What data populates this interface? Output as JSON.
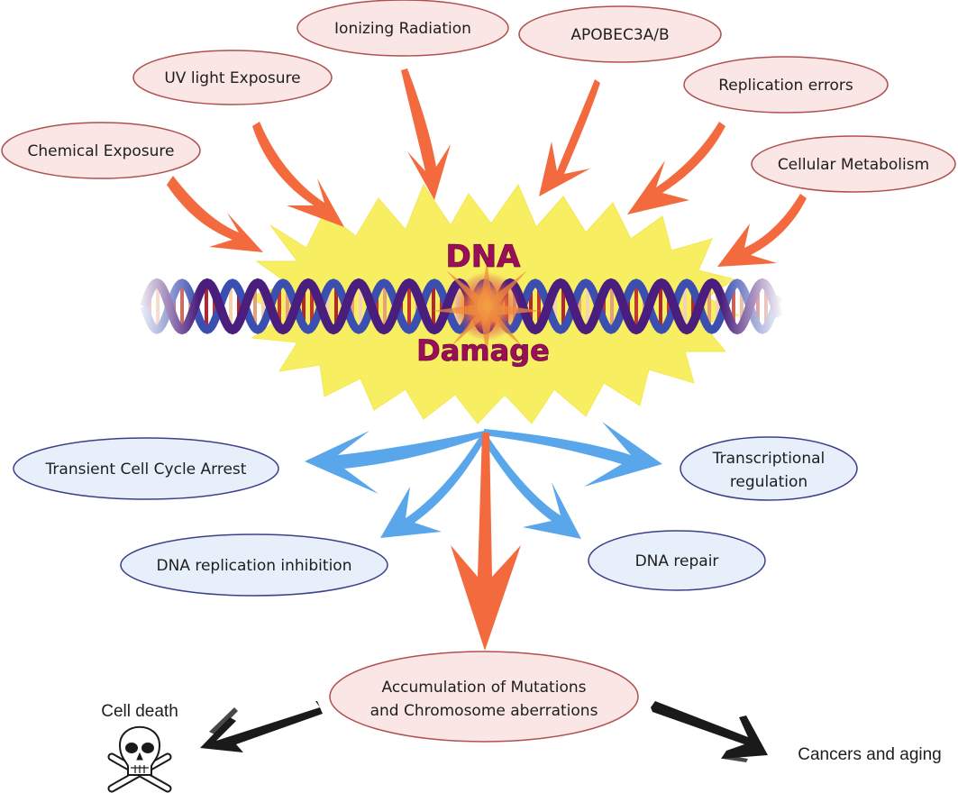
{
  "title": {
    "line1": "DNA",
    "line2": "Damage"
  },
  "causes": [
    {
      "label": "Chemical Exposure"
    },
    {
      "label": "UV light Exposure"
    },
    {
      "label": "Ionizing Radiation"
    },
    {
      "label": "APOBEC3A/B"
    },
    {
      "label": "Replication errors"
    },
    {
      "label": "Cellular Metabolism"
    }
  ],
  "responses": [
    {
      "label": "Transient Cell Cycle Arrest"
    },
    {
      "label": "DNA replication inhibition"
    },
    {
      "label": "DNA repair"
    },
    {
      "label_line1": "Transcriptional",
      "label_line2": "regulation"
    }
  ],
  "accumulation": {
    "line1": "Accumulation of Mutations",
    "line2": "and Chromosome aberrations"
  },
  "outcomes": {
    "left": {
      "label": "Cell death",
      "icon": "skull-crossbones-icon"
    },
    "right": {
      "label": "Cancers and aging"
    }
  },
  "colors": {
    "cause_fill": "#fbe6e6",
    "cause_stroke": "#b0504f",
    "response_fill": "#e6effa",
    "response_stroke": "#3d3f8a",
    "cause_arrow": "#f26a3d",
    "response_arrow": "#5aa6ea",
    "burst": "#f7ee5a",
    "title": "#9b0f5a",
    "helix_dark": "#4a1e7c",
    "helix_blue": "#3b4fb0"
  }
}
